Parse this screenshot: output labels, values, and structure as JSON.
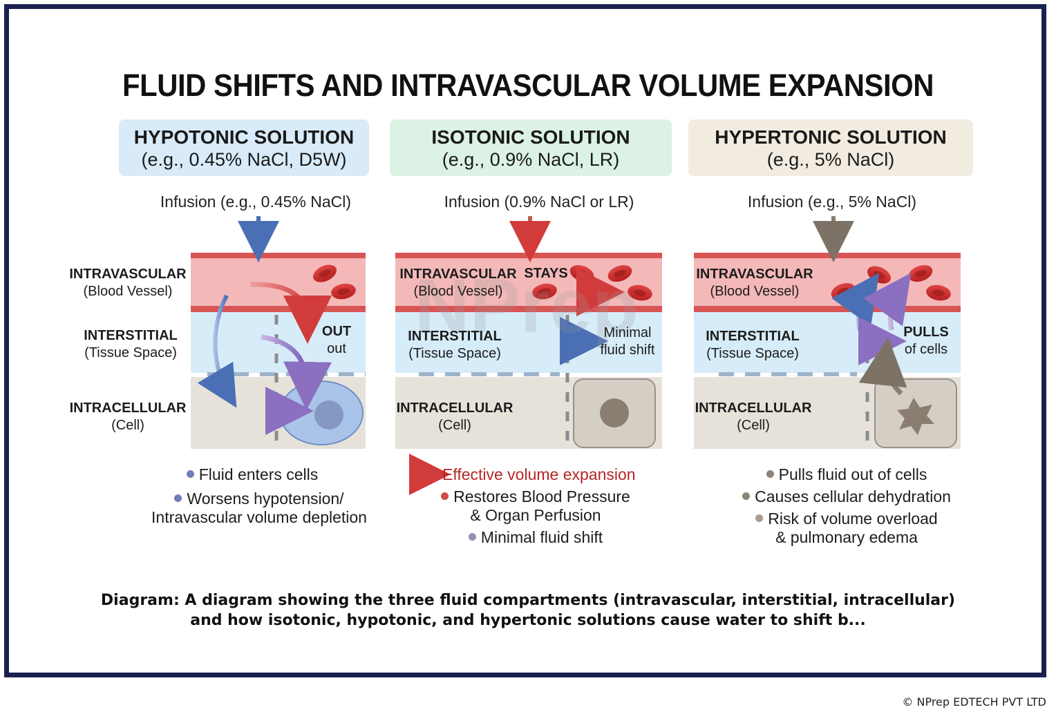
{
  "title": "FLUID SHIFTS AND INTRAVASCULAR VOLUME EXPANSION",
  "watermark": "NPrep",
  "colors": {
    "hypotonic_header": "#d9ebf8",
    "isotonic_header": "#dcf2e4",
    "hypertonic_header": "#f2ebdf",
    "vessel": "#f4b8b8",
    "vessel_wall": "#cf4a4a",
    "interstitial": "#d6ecf8",
    "intracellular": "#e6e2da",
    "frame": "#1a2150"
  },
  "panels": {
    "hypotonic": {
      "heading": "HYPOTONIC SOLUTION",
      "example": "(e.g., 0.45% NaCl, D5W)",
      "infusion": "Infusion (e.g., 0.45% NaCl)",
      "labels": {
        "intravascular": "INTRAVASCULAR",
        "intravascular_sub": "(Blood Vessel)",
        "interstitial": "INTERSTITIAL",
        "interstitial_sub": "(Tissue Space)",
        "intracellular": "INTRACELLULAR",
        "intracellular_sub": "(Cell)"
      },
      "arrow_label_1": "OUT",
      "arrow_label_2": "out",
      "bullets": [
        "Fluid enters cells",
        "Worsens hypotension/",
        "Intravascular volume depletion"
      ]
    },
    "isotonic": {
      "heading": "ISOTONIC SOLUTION",
      "example": "(e.g., 0.9% NaCl, LR)",
      "infusion": "Infusion (0.9% NaCl or LR)",
      "labels": {
        "intravascular": "INTRAVASCULAR",
        "intravascular_sub": "(Blood Vessel)",
        "stays": "STAYS",
        "interstitial": "INTERSTITIAL",
        "interstitial_sub": "(Tissue Space)",
        "intracellular": "INTRACELLULAR",
        "intracellular_sub": "(Cell)"
      },
      "shift_1": "Minimal",
      "shift_2": "fluid shift",
      "effect": "Effective volume expansion",
      "bullets": [
        "Restores Blood Pressure",
        "& Organ Perfusion",
        "Minimal fluid shift"
      ]
    },
    "hypertonic": {
      "heading": "HYPERTONIC SOLUTION",
      "example": "(e.g., 5% NaCl)",
      "infusion": "Infusion (e.g., 5% NaCl)",
      "labels": {
        "intravascular": "INTRAVASCULAR",
        "intravascular_sub": "(Blood Vessel)",
        "interstitial": "INTERSTITIAL",
        "interstitial_sub": "(Tissue Space)",
        "intracellular": "INTRACELLULAR",
        "intracellular_sub": "(Cell)"
      },
      "pulls_1": "PULLS",
      "pulls_2": "of cells",
      "bullets": [
        "Pulls fluid out of cells",
        "Causes cellular dehydration",
        "Risk of volume overload",
        "& pulmonary edema"
      ]
    }
  },
  "caption": "Diagram: A diagram showing the three fluid compartments (intravascular, interstitial, intracellular) and how isotonic, hypotonic, and hypertonic solutions cause water to shift b...",
  "copyright": "© NPrep EDTECH PVT LTD"
}
